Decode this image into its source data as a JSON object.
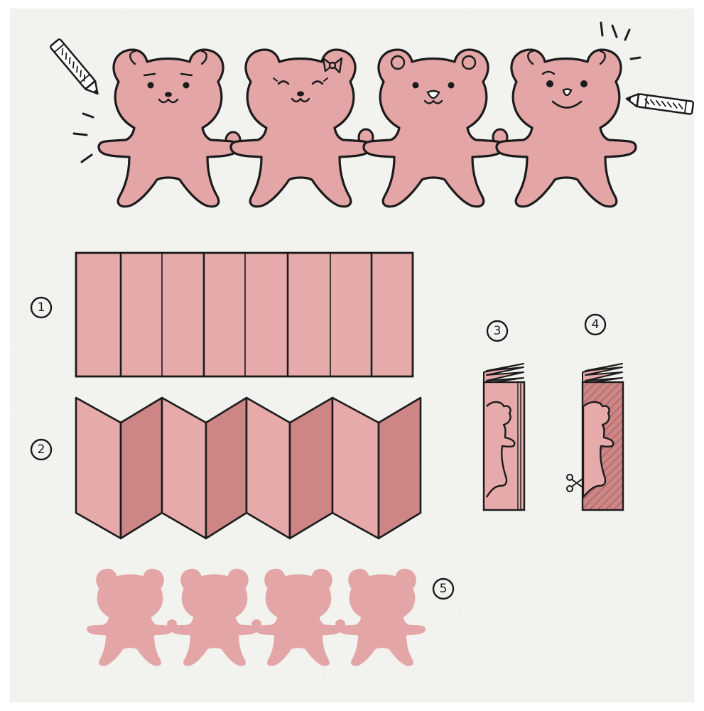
{
  "colors": {
    "paper": "#f2f2ef",
    "bear": "#e3a5a5",
    "panel_light": "#e6aaaa",
    "panel_dark": "#cd8585",
    "ink": "#1b1b1b"
  },
  "steps": [
    {
      "id": "step-1",
      "label": "1"
    },
    {
      "id": "step-2",
      "label": "2"
    },
    {
      "id": "step-3",
      "label": "3"
    },
    {
      "id": "step-4",
      "label": "4"
    },
    {
      "id": "step-5",
      "label": "5"
    }
  ],
  "icons": [
    "crayon-icon",
    "scissors-icon"
  ]
}
